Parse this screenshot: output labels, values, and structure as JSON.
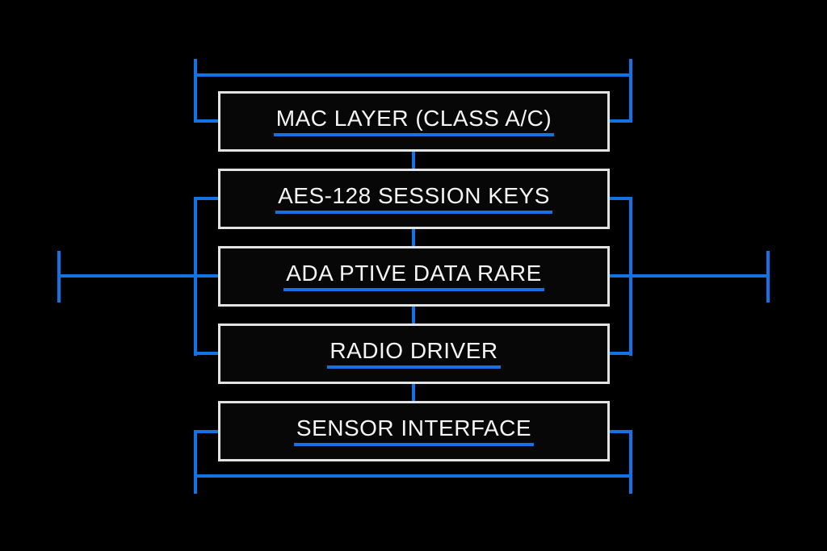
{
  "diagram": {
    "description": "protocol-stack-block-diagram",
    "boxes": [
      {
        "label": "MAC LAYER (CLASS A/C)"
      },
      {
        "label": "AES-128 SESSION KEYS"
      },
      {
        "label": "ADA PTIVE DATA RARE"
      },
      {
        "label": "RADIO DRIVER"
      },
      {
        "label": "SENSOR INTERFACE"
      }
    ],
    "colors": {
      "background": "#000000",
      "box_bg": "#070707",
      "border": "#e3e3e3",
      "text": "#f5f5f5",
      "line": "#1273e6"
    }
  }
}
